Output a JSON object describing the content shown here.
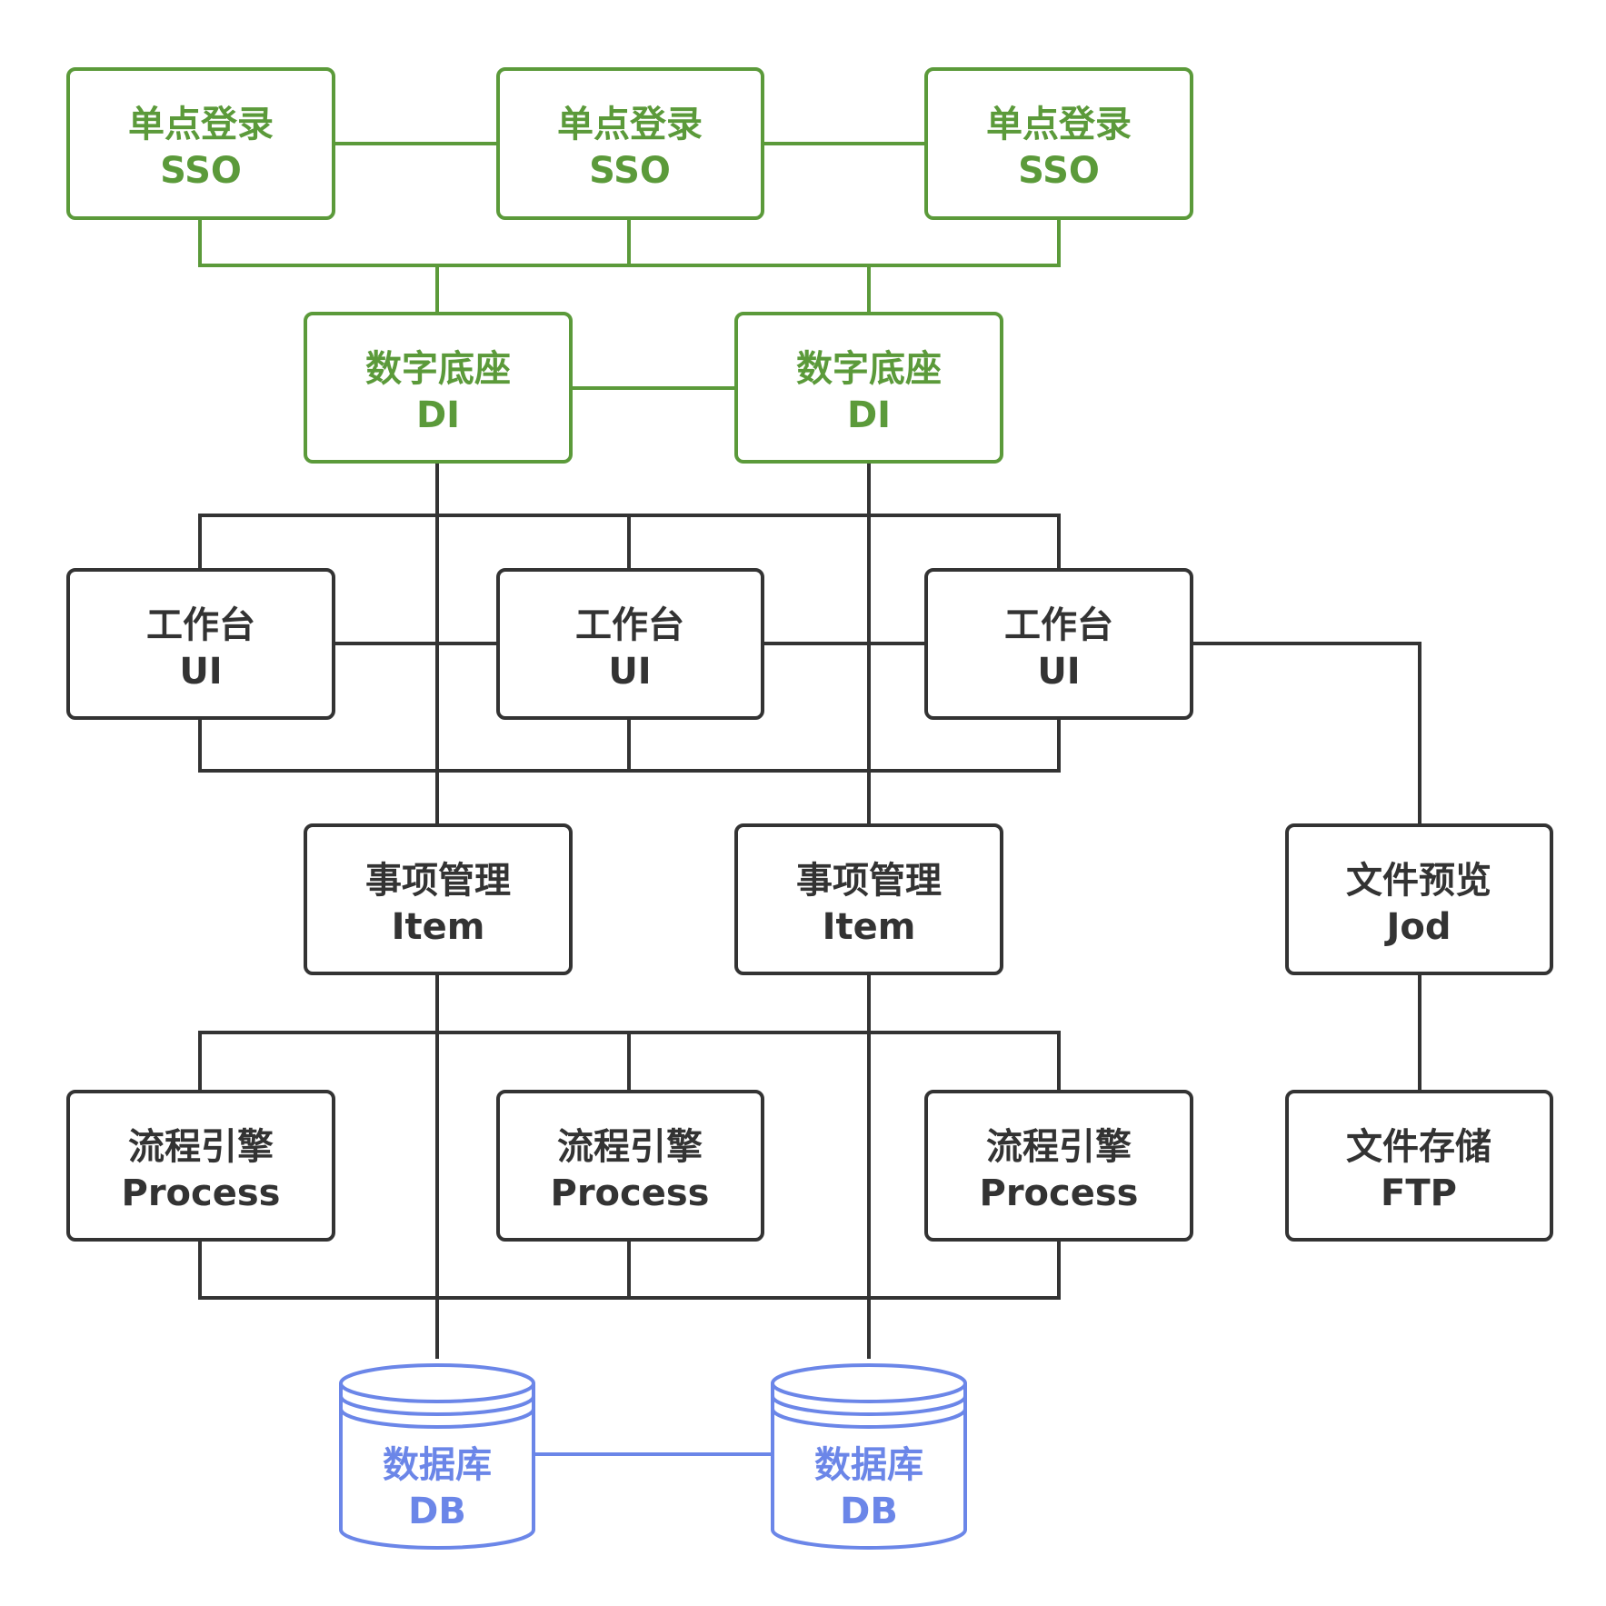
{
  "colors": {
    "green": "#5b9a3a",
    "dark": "#333333",
    "blue": "#6b86e8"
  },
  "nodes": {
    "sso_1": {
      "title": "单点登录",
      "subtitle": "SSO",
      "color": "green"
    },
    "sso_2": {
      "title": "单点登录",
      "subtitle": "SSO",
      "color": "green"
    },
    "sso_3": {
      "title": "单点登录",
      "subtitle": "SSO",
      "color": "green"
    },
    "di_1": {
      "title": "数字底座",
      "subtitle": "DI",
      "color": "green"
    },
    "di_2": {
      "title": "数字底座",
      "subtitle": "DI",
      "color": "green"
    },
    "ui_1": {
      "title": "工作台",
      "subtitle": "UI",
      "color": "dark"
    },
    "ui_2": {
      "title": "工作台",
      "subtitle": "UI",
      "color": "dark"
    },
    "ui_3": {
      "title": "工作台",
      "subtitle": "UI",
      "color": "dark"
    },
    "item_1": {
      "title": "事项管理",
      "subtitle": "Item",
      "color": "dark"
    },
    "item_2": {
      "title": "事项管理",
      "subtitle": "Item",
      "color": "dark"
    },
    "jod": {
      "title": "文件预览",
      "subtitle": "Jod",
      "color": "dark"
    },
    "process_1": {
      "title": "流程引擎",
      "subtitle": "Process",
      "color": "dark"
    },
    "process_2": {
      "title": "流程引擎",
      "subtitle": "Process",
      "color": "dark"
    },
    "process_3": {
      "title": "流程引擎",
      "subtitle": "Process",
      "color": "dark"
    },
    "ftp": {
      "title": "文件存储",
      "subtitle": "FTP",
      "color": "dark"
    },
    "db_1": {
      "title": "数据库",
      "subtitle": "DB",
      "color": "blue"
    },
    "db_2": {
      "title": "数据库",
      "subtitle": "DB",
      "color": "blue"
    }
  }
}
